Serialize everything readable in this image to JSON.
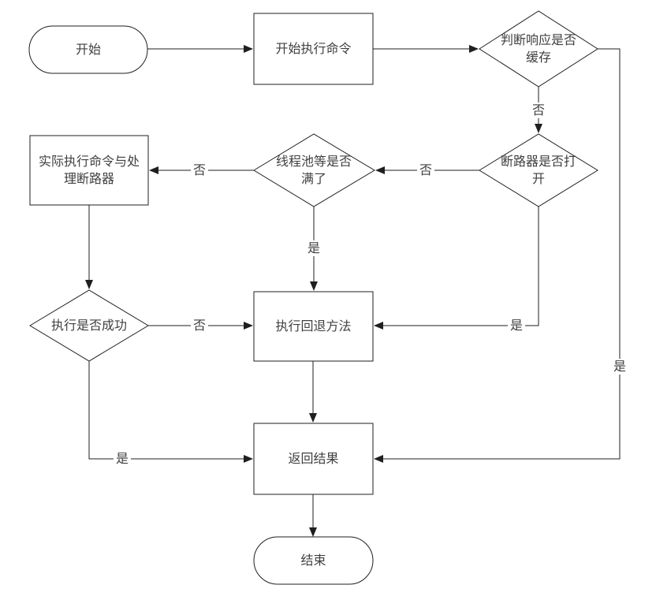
{
  "diagram": {
    "nodes": {
      "start": {
        "label": "开始",
        "type": "terminator"
      },
      "exec_command": {
        "label": "开始执行命令",
        "type": "process"
      },
      "cache_check": {
        "label": "判断响应是否缓存",
        "type": "decision"
      },
      "breaker_check": {
        "label": "断路器是否打开",
        "type": "decision"
      },
      "pool_check": {
        "label": "线程池等是否满了",
        "type": "decision"
      },
      "actual_exec": {
        "label": "实际执行命令与处理断路器",
        "type": "process"
      },
      "success_check": {
        "label": "执行是否成功",
        "type": "decision"
      },
      "fallback": {
        "label": "执行回退方法",
        "type": "process"
      },
      "return_result": {
        "label": "返回结果",
        "type": "process"
      },
      "end": {
        "label": "结束",
        "type": "terminator"
      }
    },
    "edge_labels": {
      "cache_no": "否",
      "cache_yes": "是",
      "breaker_no": "否",
      "breaker_yes": "是",
      "pool_no": "否",
      "pool_yes": "是",
      "success_no": "否",
      "success_yes": "是"
    },
    "colors": {
      "stroke": "#1f1f1f",
      "text": "#404040",
      "background": "#ffffff"
    }
  }
}
